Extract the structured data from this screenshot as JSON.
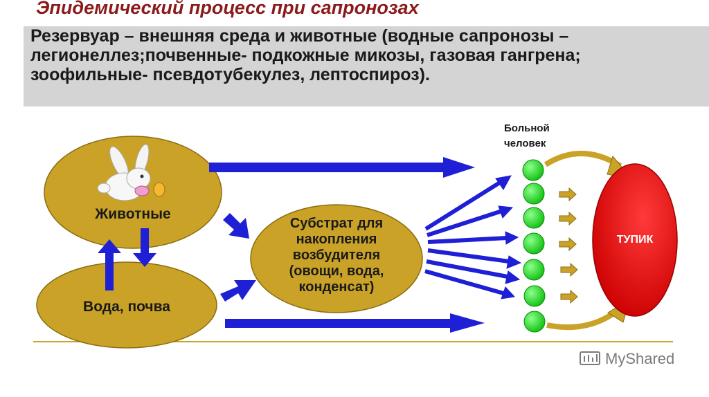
{
  "title": "Эпидемический процесс при сапронозах",
  "description": "Резервуар – внешняя среда и животные (водные сапронозы –легионеллез;почвенные- подкожные микозы, газовая гангрена; зоофильные- псевдотубекулез, лептоспироз).",
  "nodes": {
    "animals": "Животные",
    "water_soil": "Вода, почва",
    "substrate": "Субстрат для накопления возбудителя (овощи, вода, конденсат)",
    "sick_person": "Больной человек",
    "dead_end": "ТУПИК"
  },
  "watermark": "MyShared",
  "colors": {
    "ellipse_fill": "#c9a227",
    "arrow_blue": "#1f1fd6",
    "dot_green": "#22dd22",
    "dead_end_red": "#ee0000",
    "curve_arrow": "#c9a227"
  }
}
